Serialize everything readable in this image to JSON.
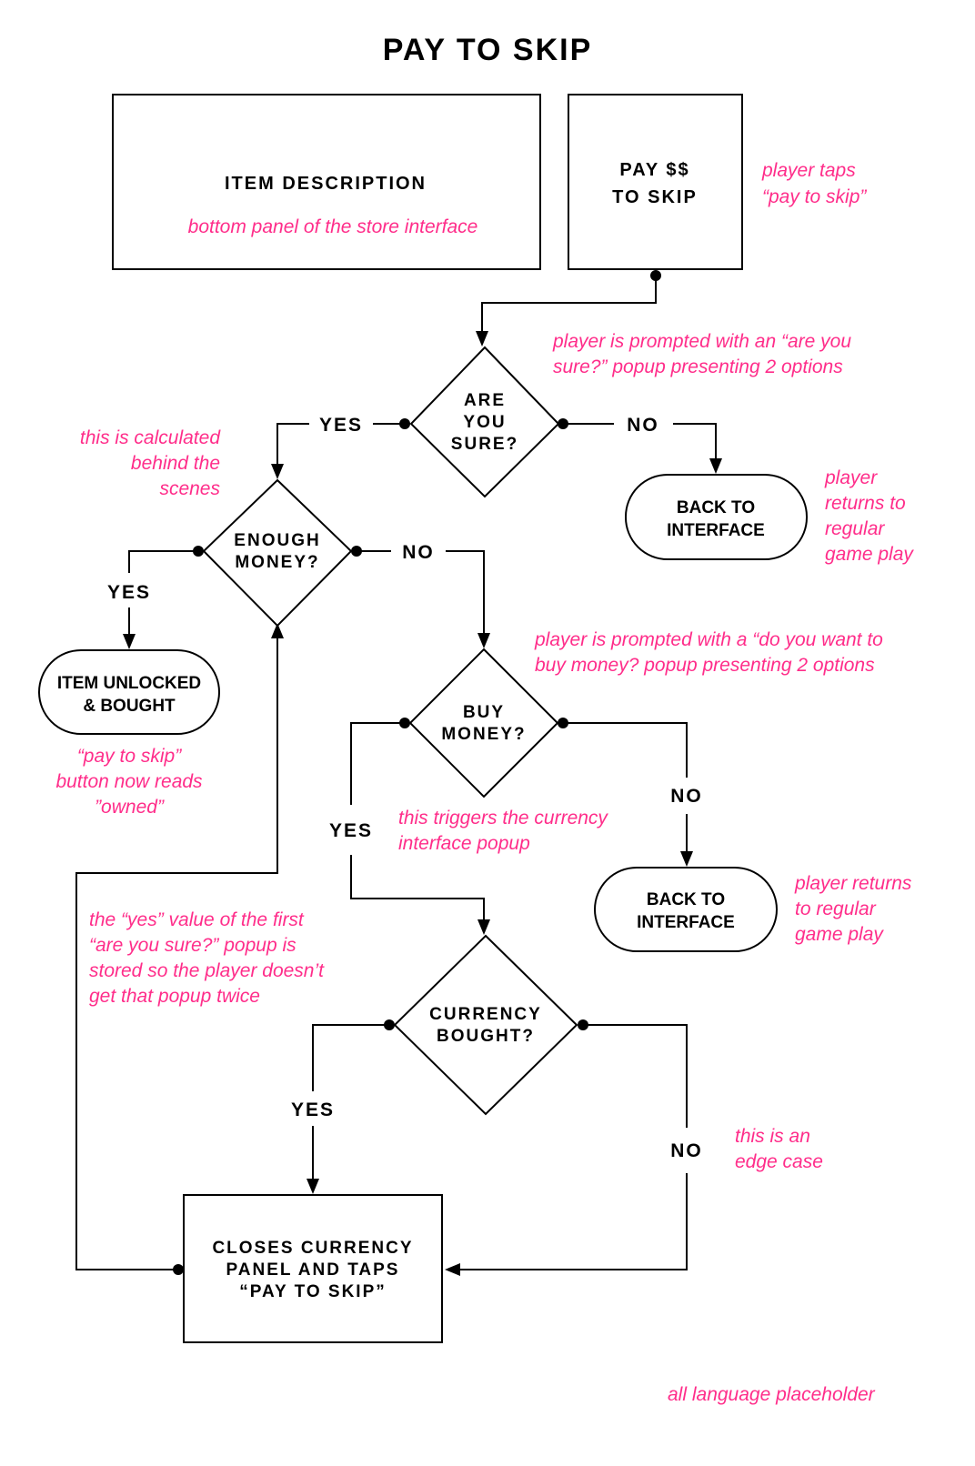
{
  "title": "PAY TO SKIP",
  "nodes": {
    "item_description": {
      "text": "ITEM DESCRIPTION",
      "note": "bottom panel of the store interface"
    },
    "pay_to_skip": {
      "lines": [
        "PAY $$",
        "TO SKIP"
      ]
    },
    "are_you_sure": {
      "lines": [
        "ARE",
        "YOU",
        "SURE?"
      ]
    },
    "back_to_interface_1": {
      "lines": [
        "BACK TO",
        "INTERFACE"
      ]
    },
    "enough_money": {
      "lines": [
        "ENOUGH",
        "MONEY?"
      ]
    },
    "item_unlocked": {
      "lines": [
        "ITEM UNLOCKED",
        "& BOUGHT"
      ]
    },
    "buy_money": {
      "lines": [
        "BUY",
        "MONEY?"
      ]
    },
    "back_to_interface_2": {
      "lines": [
        "BACK TO",
        "INTERFACE"
      ]
    },
    "currency_bought": {
      "lines": [
        "CURRENCY",
        "BOUGHT?"
      ]
    },
    "closes_currency": {
      "lines": [
        "CLOSES CURRENCY",
        "PANEL AND TAPS",
        "“PAY TO SKIP”"
      ]
    }
  },
  "edge_labels": {
    "sure_yes": "YES",
    "sure_no": "NO",
    "money_yes": "YES",
    "money_no": "NO",
    "buy_yes": "YES",
    "buy_no": "NO",
    "bought_yes": "YES",
    "bought_no": "NO"
  },
  "notes": {
    "player_taps": [
      "player taps",
      "“pay to skip”"
    ],
    "prompted_sure": [
      "player is prompted with an “are you",
      "sure?” popup presenting 2 options"
    ],
    "calculated": [
      "this is calculated",
      "behind the",
      "scenes"
    ],
    "returns_1": [
      "player",
      "returns to",
      "regular",
      "game play"
    ],
    "prompted_buy": [
      "player is prompted with a “do you want to",
      "buy money? popup presenting 2 options"
    ],
    "button_owned": [
      "“pay to skip”",
      "button now reads",
      "”owned”"
    ],
    "triggers": [
      "this triggers the currency",
      "interface popup"
    ],
    "returns_2": [
      "player returns",
      "to regular",
      "game play"
    ],
    "yes_stored": [
      "the “yes” value of the first",
      "“are you sure?” popup is",
      "stored so the player doesn’t",
      "get that popup twice"
    ],
    "edge_case": [
      "this is an",
      "edge case"
    ],
    "placeholder": "all language placeholder"
  }
}
